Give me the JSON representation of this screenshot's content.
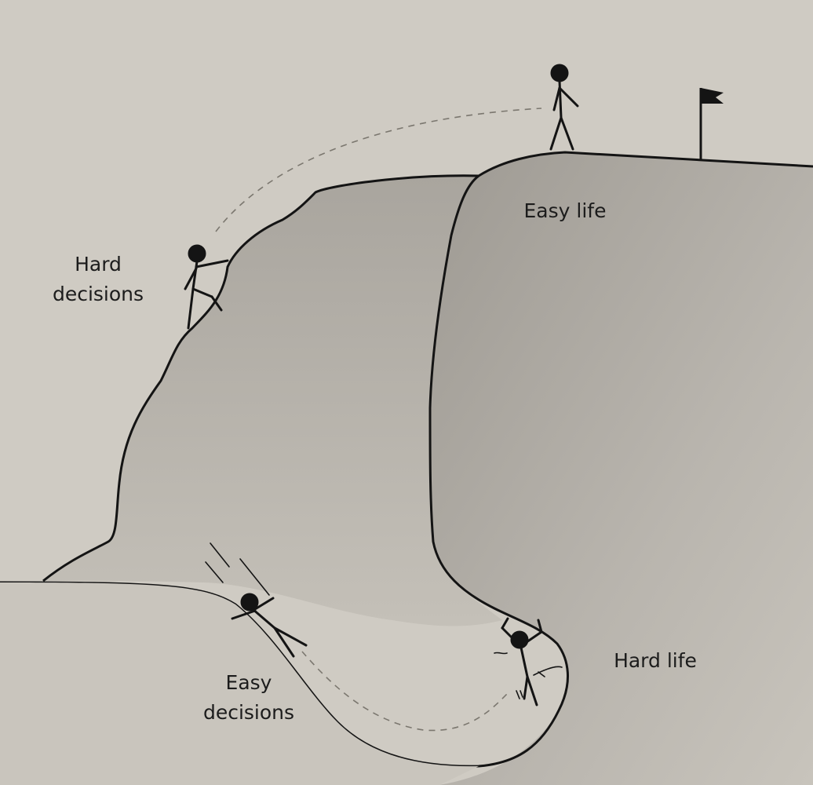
{
  "labels": {
    "hard_decisions": [
      "Hard",
      "decisions"
    ],
    "easy_life": "Easy life",
    "easy_decisions": [
      "Easy",
      "decisions"
    ],
    "hard_life": "Hard life"
  },
  "colors": {
    "background": "#cfcbc3",
    "hill_fill": "#b5b1aa",
    "ink": "#141414"
  }
}
